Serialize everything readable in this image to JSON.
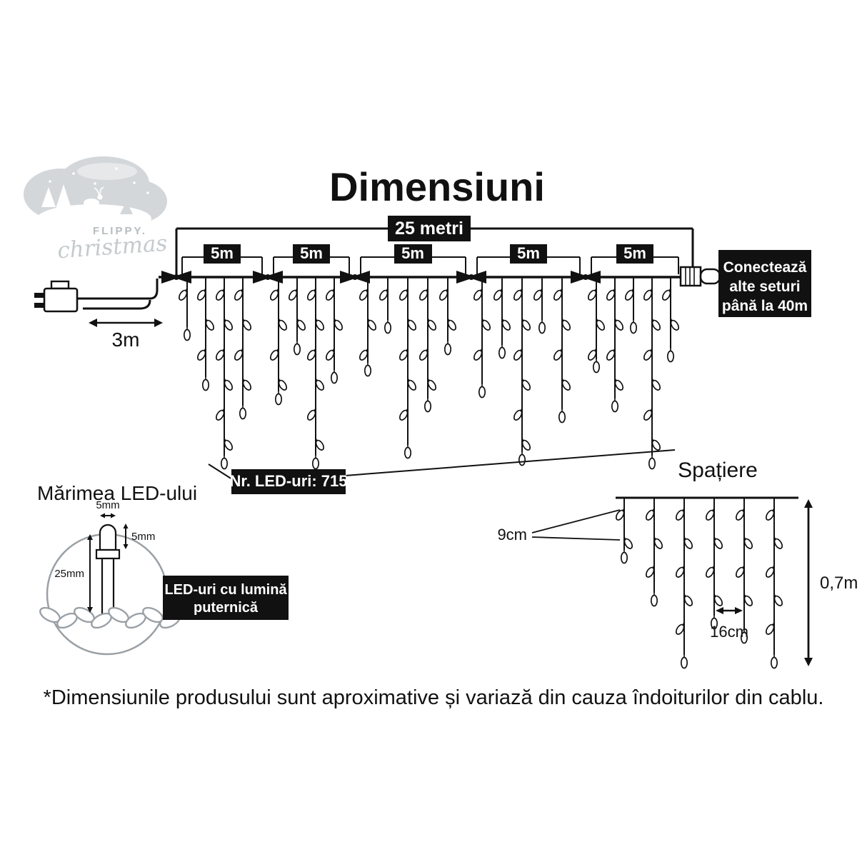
{
  "logo": {
    "brand": "FLIPPY.",
    "brand_script": "christmas"
  },
  "title": "Dimensiuni",
  "main_diagram": {
    "total_length": "25 metri",
    "sections": [
      "5m",
      "5m",
      "5m",
      "5m",
      "5m"
    ],
    "lead_length": "3m",
    "connect_note": [
      "Conectează",
      "alte seturi",
      "până la 40m"
    ],
    "led_count": "Nr. LED-uri: 715"
  },
  "led_size": {
    "title": "Mărimea LED-ului",
    "bulb_width": "5mm",
    "bulb_height": "5mm",
    "total_height": "25mm",
    "note": [
      "LED-uri cu lumină",
      "puternică"
    ]
  },
  "spacing": {
    "title": "Spațiere",
    "led_spacing": "9cm",
    "drop_spacing": "16cm",
    "drop_height": "0,7m"
  },
  "footnote": "*Dimensiunile produsului sunt aproximative și variază din cauza îndoiturilor din cablu.",
  "colors": {
    "box_bg": "#111111",
    "box_text": "#ffffff",
    "line": "#111111",
    "logo_gray": "#d3d7da"
  }
}
